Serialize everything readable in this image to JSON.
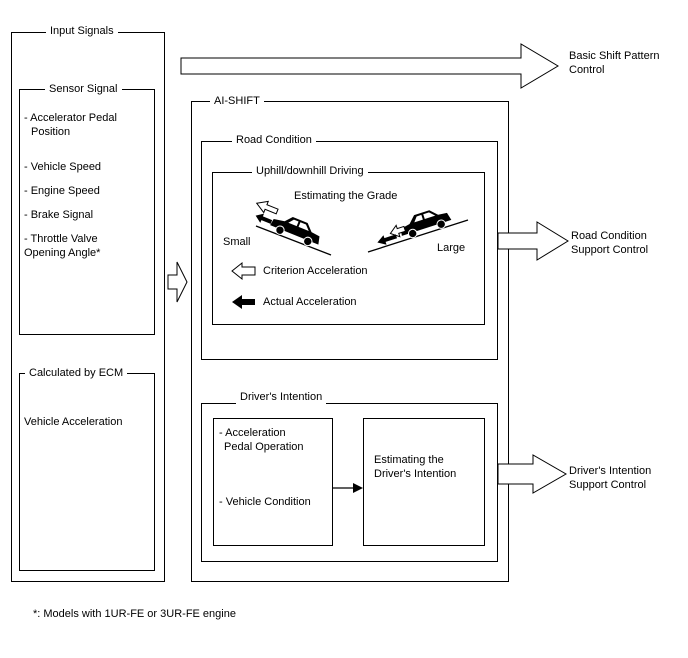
{
  "input_signals": {
    "title": "Input Signals",
    "sensor_signal": {
      "title": "Sensor Signal",
      "items": [
        "- Accelerator Pedal",
        "Position",
        "- Vehicle Speed",
        "- Engine Speed",
        "- Brake Signal",
        "- Throttle Valve",
        "Opening Angle*"
      ]
    },
    "calculated": {
      "title": "Calculated by ECM",
      "item": "Vehicle Acceleration"
    }
  },
  "ai_shift": {
    "title": "AI-SHIFT",
    "road_condition": {
      "title": "Road Condition",
      "uphill": {
        "title": "Uphill/downhill Driving",
        "estimating": "Estimating the Grade",
        "small": "Small",
        "large": "Large",
        "legend_criterion": "Criterion Acceleration",
        "legend_actual": "Actual Acceleration"
      }
    },
    "drivers_intention": {
      "title": "Driver's Intention",
      "inputs": [
        "- Acceleration",
        "Pedal Operation",
        "- Vehicle Condition"
      ],
      "estimate": [
        "Estimating the",
        "Driver's Intention"
      ]
    }
  },
  "outputs": {
    "basic": [
      "Basic Shift Pattern",
      "Control"
    ],
    "road": [
      "Road Condition",
      "Support Control"
    ],
    "driver": [
      "Driver's Intention",
      "Support Control"
    ]
  },
  "footnote": "*: Models with 1UR-FE or 3UR-FE engine",
  "icons": [
    "hollow-arrow-icon",
    "solid-arrow-icon",
    "car-icon"
  ]
}
